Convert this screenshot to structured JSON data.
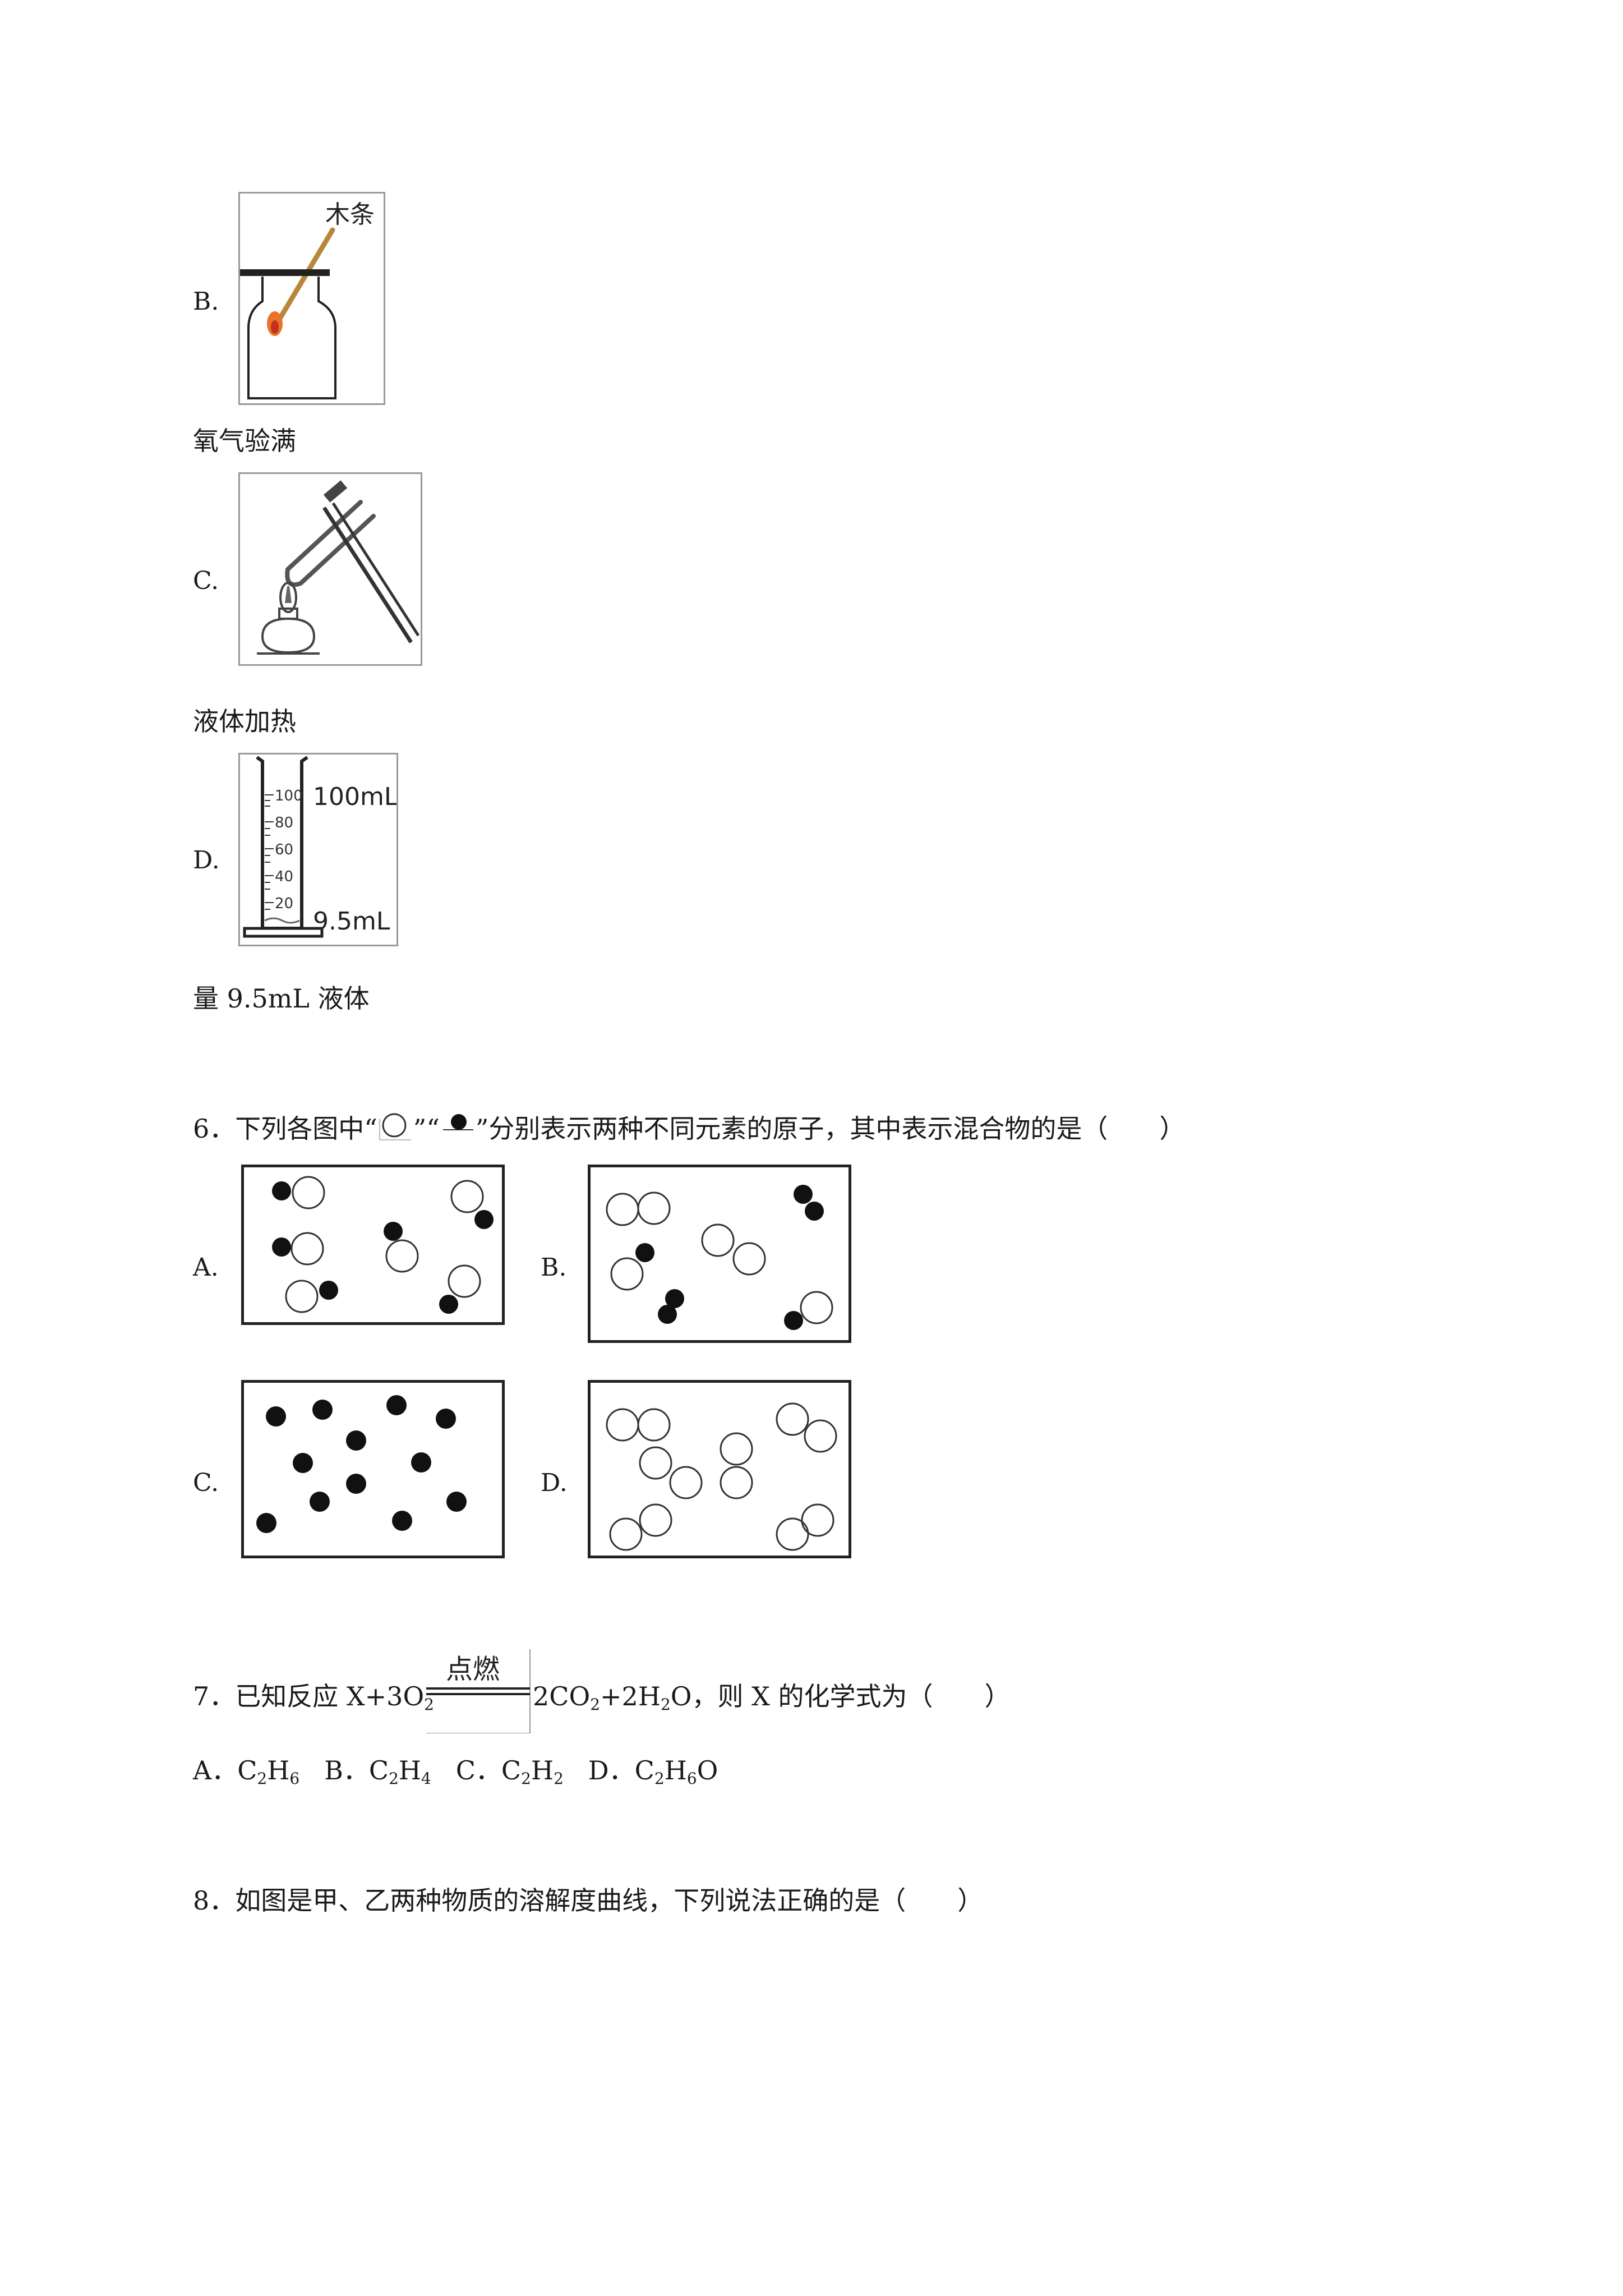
{
  "q5": {
    "b": {
      "label": "B.",
      "stick_label": "木条",
      "caption": "氧气验满"
    },
    "c": {
      "label": "C.",
      "caption": "液体加热"
    },
    "d": {
      "label": "D.",
      "ticks": [
        "100",
        "80",
        "60",
        "40",
        "20"
      ],
      "cap_label": "100mL",
      "vol_label": "9.5mL",
      "caption": "量 9.5mL 液体"
    }
  },
  "q6": {
    "prefix": "6．下列各图中“",
    "sep": "”“",
    "suffix": "”分别表示两种不同元素的原子，其中表示混合物的是（　　）",
    "options": [
      "A.",
      "B.",
      "C.",
      "D."
    ]
  },
  "q7": {
    "prefix": "7．已知反应 X+3O",
    "o2_sub": "2",
    "condition": "点燃",
    "product_a": "2CO",
    "product_a_sub": "2",
    "product_b": "+2H",
    "product_b_sub": "2",
    "suffix": "O，则 X 的化学式为（　　）",
    "options": [
      {
        "label": "A．C",
        "s1": "2",
        "m": "H",
        "s2": "6",
        "tail": ""
      },
      {
        "label": "B．C",
        "s1": "2",
        "m": "H",
        "s2": "4",
        "tail": ""
      },
      {
        "label": "C．C",
        "s1": "2",
        "m": "H",
        "s2": "2",
        "tail": ""
      },
      {
        "label": "D．C",
        "s1": "2",
        "m": "H",
        "s2": "6",
        "tail": "O"
      }
    ]
  },
  "q8": {
    "text": "8．如图是甲、乙两种物质的溶解度曲线，下列说法正确的是（　　）"
  }
}
